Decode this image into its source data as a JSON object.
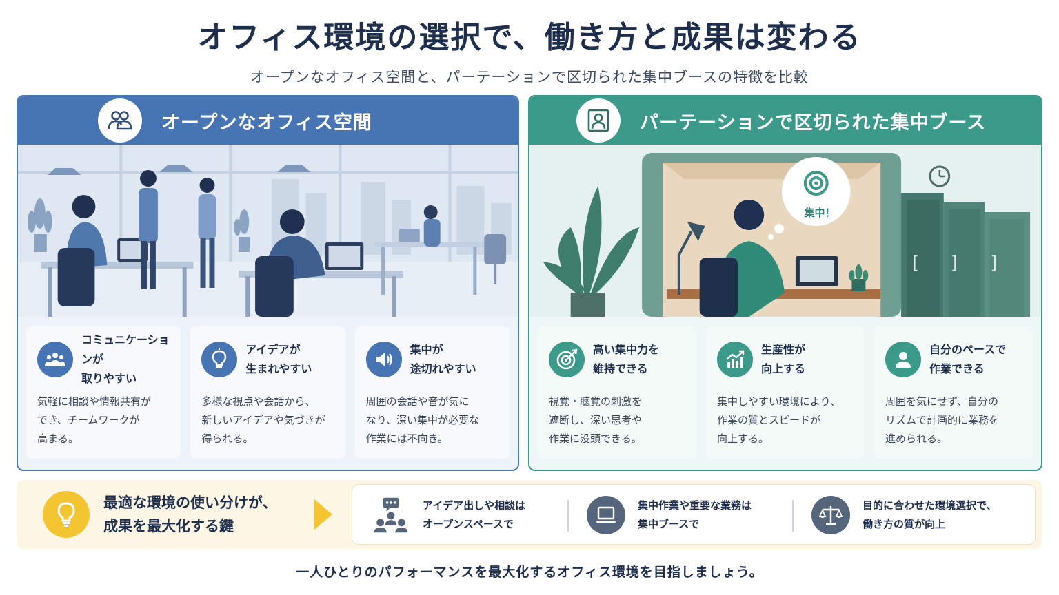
{
  "title": "オフィス環境の選択で、働き方と成果は変わる",
  "subtitle": "オープンなオフィス空間と、パーテーションで区切られた集中ブースの特徴を比較",
  "colors": {
    "open_accent": "#4774b3",
    "booth_accent": "#3b9a8a",
    "key_accent": "#f3c531"
  },
  "open_panel": {
    "title": "オープンなオフィス空間",
    "icon": "people-group-icon",
    "cards": [
      {
        "icon": "team-icon",
        "title": "コミュニケーションが\n取りやすい",
        "body": "気軽に相談や情報共有が\nでき、チームワークが\n高まる。"
      },
      {
        "icon": "lightbulb-icon",
        "title": "アイデアが\n生まれやすい",
        "body": "多様な視点や会話から、\n新しいアイデアや気づきが\n得られる。"
      },
      {
        "icon": "speaker-icon",
        "title": "集中が\n途切れやすい",
        "body": "周囲の会話や音が気に\nなり、深い集中が必要な\n作業には不向き。"
      }
    ]
  },
  "booth_panel": {
    "title": "パーテーションで区切られた集中ブース",
    "icon": "person-portrait-icon",
    "bubble_text": "集中！",
    "cards": [
      {
        "icon": "target-icon",
        "title": "高い集中力を\n維持できる",
        "body": "視覚・聴覚の刺激を\n遮断し、深い思考や\n作業に没頭できる。"
      },
      {
        "icon": "growth-chart-icon",
        "title": "生産性が\n向上する",
        "body": "集中しやすい環境により、\n作業の質とスピードが\n向上する。"
      },
      {
        "icon": "person-icon",
        "title": "自分のペースで\n作業できる",
        "body": "周囲を気にせず、自分の\nリズムで計画的に業務を\n進められる。"
      }
    ]
  },
  "key_message": {
    "icon": "lightbulb-icon",
    "text": "最適な環境の使い分けが、\n成果を最大化する鍵"
  },
  "tips": [
    {
      "icon": "meeting-chat-icon",
      "text": "アイデア出しや相談は\nオープンスペースで"
    },
    {
      "icon": "laptop-icon",
      "text": "集中作業や重要な業務は\n集中ブースで"
    },
    {
      "icon": "balance-scale-icon",
      "text": "目的に合わせた環境選択で、\n働き方の質が向上"
    }
  ],
  "footer": "一人ひとりのパフォーマンスを最大化するオフィス環境を目指しましょう。"
}
